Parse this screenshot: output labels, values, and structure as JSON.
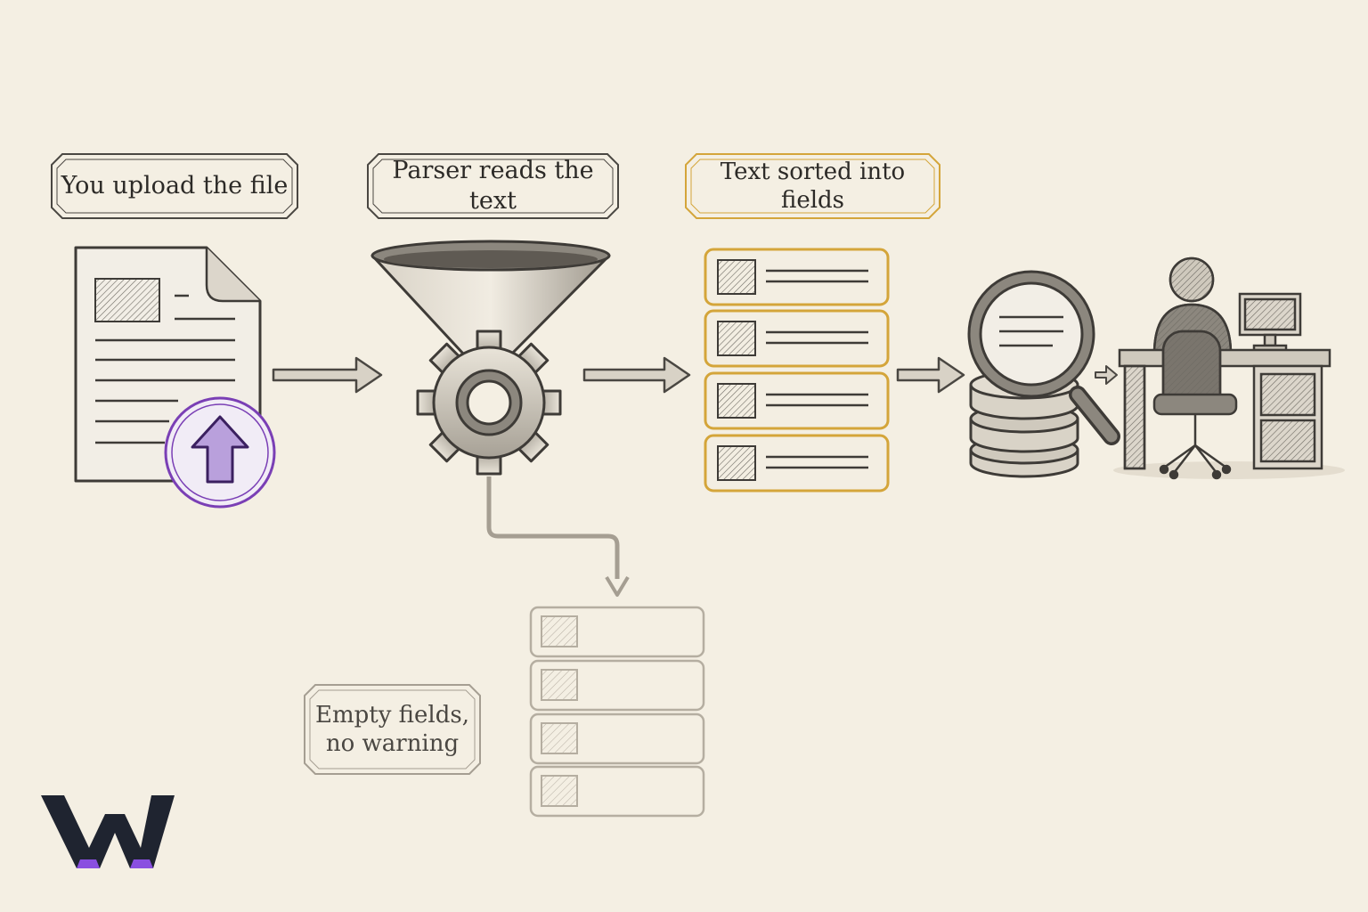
{
  "steps": {
    "upload": "You upload the file",
    "parser": "Parser reads the text",
    "sorted": "Text sorted into fields"
  },
  "failure": {
    "line1": "Empty fields,",
    "line2": "no warning"
  },
  "colors": {
    "background": "#f4efe3",
    "ink": "#2c2a27",
    "upload_accent": "#7a3fb5",
    "sorted_accent": "#d4a53a",
    "faded": "#b5aea1",
    "logo": "#1f2430",
    "logo_accent": "#8a4fe0"
  },
  "icons": [
    "document-icon",
    "upload-arrow-icon",
    "funnel-icon",
    "gear-icon",
    "field-list-icon",
    "database-icon",
    "magnifier-icon",
    "recruiter-at-desk-icon",
    "logo-w-icon"
  ]
}
